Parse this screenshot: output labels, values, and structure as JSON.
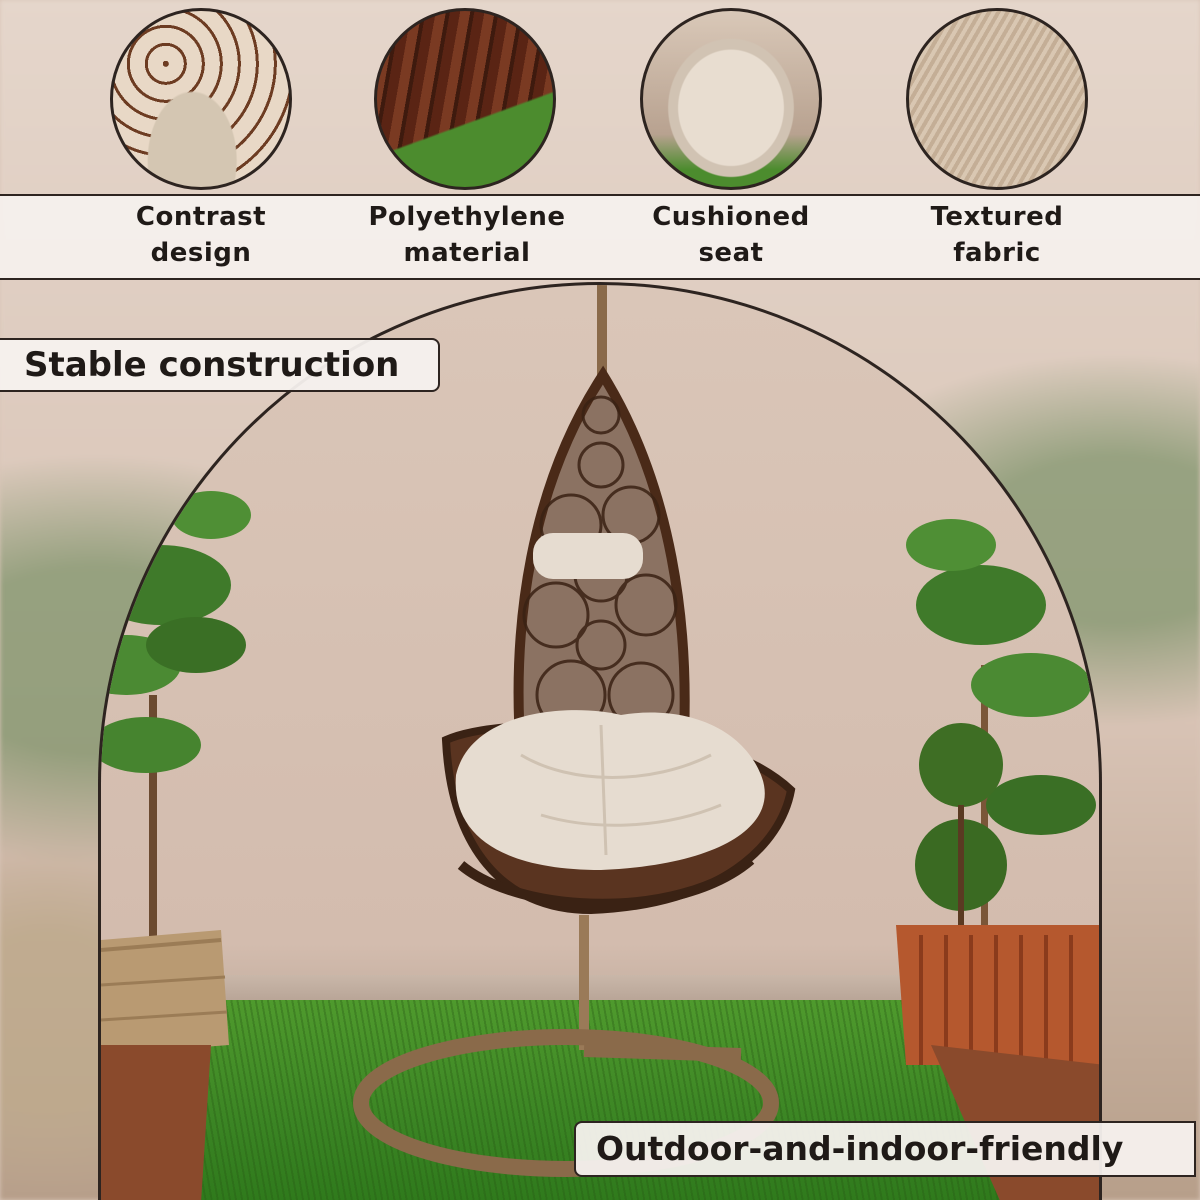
{
  "features": [
    {
      "icon": "rattan-weave-closeup-icon",
      "label": "Contrast\ndesign"
    },
    {
      "icon": "polyethylene-weave-closeup-icon",
      "label": "Polyethylene\nmaterial"
    },
    {
      "icon": "cushion-closeup-icon",
      "label": "Cushioned\nseat"
    },
    {
      "icon": "fabric-closeup-icon",
      "label": "Textured\nfabric"
    }
  ],
  "callouts": {
    "top": "Stable construction",
    "bottom": "Outdoor-and-indoor-friendly"
  },
  "colors": {
    "frame": "#2d2420",
    "wicker": "#5a3420",
    "cushion": "#e6dcd0",
    "stand": "#8a6a4a",
    "grass": "#3f8a25"
  }
}
